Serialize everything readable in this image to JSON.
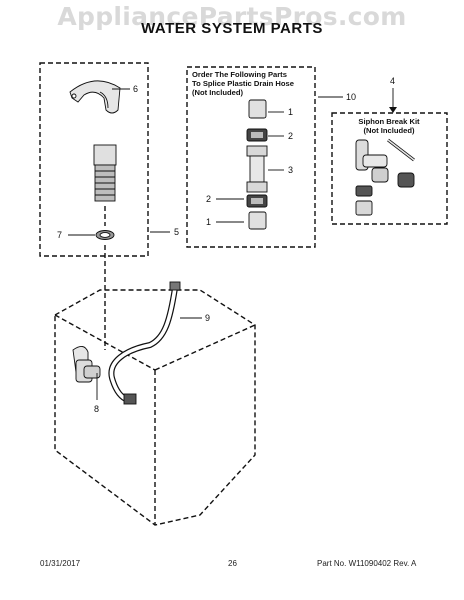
{
  "watermark": "AppliancePartsPros.com",
  "title": "WATER SYSTEM PARTS",
  "splice_box": {
    "line1": "Order The Following Parts",
    "line2": "To Splice Plastic Drain Hose",
    "line3": "(Not Included)"
  },
  "siphon_box": {
    "line1": "Siphon Break Kit",
    "line2": "(Not Included)"
  },
  "callouts": {
    "c1a": "1",
    "c2a": "2",
    "c3": "3",
    "c2b": "2",
    "c1b": "1",
    "c4": "4",
    "c5": "5",
    "c6": "6",
    "c7": "7",
    "c8": "8",
    "c9": "9",
    "c10": "10"
  },
  "footer": {
    "date": "01/31/2017",
    "page": "26",
    "part_no": "Part No. W11090402  Rev. A"
  }
}
